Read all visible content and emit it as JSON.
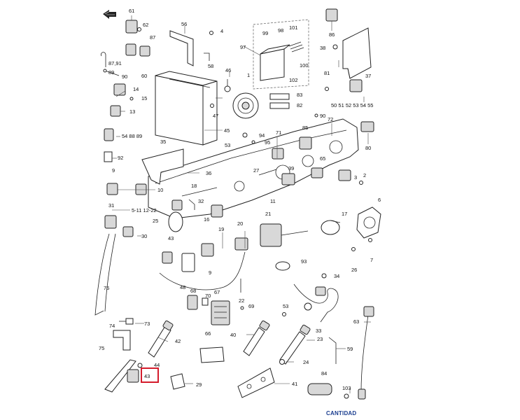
{
  "callouts": [
    {
      "id": "c61",
      "text": "61"
    },
    {
      "id": "c62",
      "text": "62"
    },
    {
      "id": "c87",
      "text": "87"
    },
    {
      "id": "c4",
      "text": "4"
    },
    {
      "id": "c97",
      "text": "97"
    },
    {
      "id": "c99",
      "text": "99"
    },
    {
      "id": "c98",
      "text": "98"
    },
    {
      "id": "c101",
      "text": "101"
    },
    {
      "id": "c86",
      "text": "86"
    },
    {
      "id": "c58",
      "text": "58"
    },
    {
      "id": "c56",
      "text": "56"
    },
    {
      "id": "c38",
      "text": "38"
    },
    {
      "id": "c8791",
      "text": "87,91"
    },
    {
      "id": "c90a",
      "text": "90"
    },
    {
      "id": "c89",
      "text": "89"
    },
    {
      "id": "c60",
      "text": "60"
    },
    {
      "id": "c46",
      "text": "46"
    },
    {
      "id": "c100",
      "text": "100"
    },
    {
      "id": "c81",
      "text": "81"
    },
    {
      "id": "c37",
      "text": "37"
    },
    {
      "id": "c14",
      "text": "14"
    },
    {
      "id": "c15",
      "text": "15"
    },
    {
      "id": "c1",
      "text": "1"
    },
    {
      "id": "c102",
      "text": "102"
    },
    {
      "id": "c83",
      "text": "83"
    },
    {
      "id": "c13",
      "text": "13"
    },
    {
      "id": "c47",
      "text": "47"
    },
    {
      "id": "c82",
      "text": "82"
    },
    {
      "id": "c5055",
      "text": "50 51 52 53 54 55"
    },
    {
      "id": "c90b",
      "text": "90"
    },
    {
      "id": "c548889",
      "text": "54 88 89"
    },
    {
      "id": "c45",
      "text": "45"
    },
    {
      "id": "c94",
      "text": "94"
    },
    {
      "id": "c95",
      "text": "95"
    },
    {
      "id": "c71",
      "text": "71"
    },
    {
      "id": "c85",
      "text": "85"
    },
    {
      "id": "c72",
      "text": "72"
    },
    {
      "id": "c80",
      "text": "80"
    },
    {
      "id": "c92",
      "text": "92"
    },
    {
      "id": "c35",
      "text": "35"
    },
    {
      "id": "c53a",
      "text": "53"
    },
    {
      "id": "c9",
      "text": "9"
    },
    {
      "id": "c36",
      "text": "36"
    },
    {
      "id": "c27",
      "text": "27"
    },
    {
      "id": "c39",
      "text": "39"
    },
    {
      "id": "c65",
      "text": "65"
    },
    {
      "id": "c2",
      "text": "2"
    },
    {
      "id": "c10",
      "text": "10"
    },
    {
      "id": "c18",
      "text": "18"
    },
    {
      "id": "c32",
      "text": "32"
    },
    {
      "id": "c31",
      "text": "31"
    },
    {
      "id": "c5112",
      "text": "5-11 12-22"
    },
    {
      "id": "c25",
      "text": "25"
    },
    {
      "id": "c16",
      "text": "16"
    },
    {
      "id": "c19",
      "text": "19"
    },
    {
      "id": "c21",
      "text": "21"
    },
    {
      "id": "c11",
      "text": "11"
    },
    {
      "id": "c17",
      "text": "17"
    },
    {
      "id": "c6",
      "text": "6"
    },
    {
      "id": "c30",
      "text": "30"
    },
    {
      "id": "c20",
      "text": "20"
    },
    {
      "id": "c43a",
      "text": "43"
    },
    {
      "id": "c9b",
      "text": "9"
    },
    {
      "id": "c7",
      "text": "7"
    },
    {
      "id": "c93",
      "text": "93"
    },
    {
      "id": "c26",
      "text": "26"
    },
    {
      "id": "c34",
      "text": "34"
    },
    {
      "id": "c76",
      "text": "76"
    },
    {
      "id": "c48",
      "text": "48"
    },
    {
      "id": "c68",
      "text": "68"
    },
    {
      "id": "c70",
      "text": "70"
    },
    {
      "id": "c67",
      "text": "67"
    },
    {
      "id": "c22",
      "text": "22"
    },
    {
      "id": "c53b",
      "text": "53"
    },
    {
      "id": "c69",
      "text": "69"
    },
    {
      "id": "c63",
      "text": "63"
    },
    {
      "id": "c73",
      "text": "73"
    },
    {
      "id": "c74",
      "text": "74"
    },
    {
      "id": "c33",
      "text": "33"
    },
    {
      "id": "c40",
      "text": "40"
    },
    {
      "id": "c75",
      "text": "75"
    },
    {
      "id": "c42",
      "text": "42"
    },
    {
      "id": "c66",
      "text": "66"
    },
    {
      "id": "c23",
      "text": "23"
    },
    {
      "id": "c59",
      "text": "59"
    },
    {
      "id": "c44",
      "text": "44"
    },
    {
      "id": "c24",
      "text": "24"
    },
    {
      "id": "c84",
      "text": "84"
    },
    {
      "id": "c43b",
      "text": "43"
    },
    {
      "id": "c41",
      "text": "41"
    },
    {
      "id": "c29",
      "text": "29"
    },
    {
      "id": "c103",
      "text": "103"
    },
    {
      "id": "c3",
      "text": "3"
    }
  ],
  "highlighted_callout": "43",
  "highlight_color": "#d41c2c",
  "footer": {
    "link_label": "CANTIDAD",
    "link_color": "#1a3d8f"
  },
  "icons": {
    "corner": "back-arrow-icon"
  }
}
